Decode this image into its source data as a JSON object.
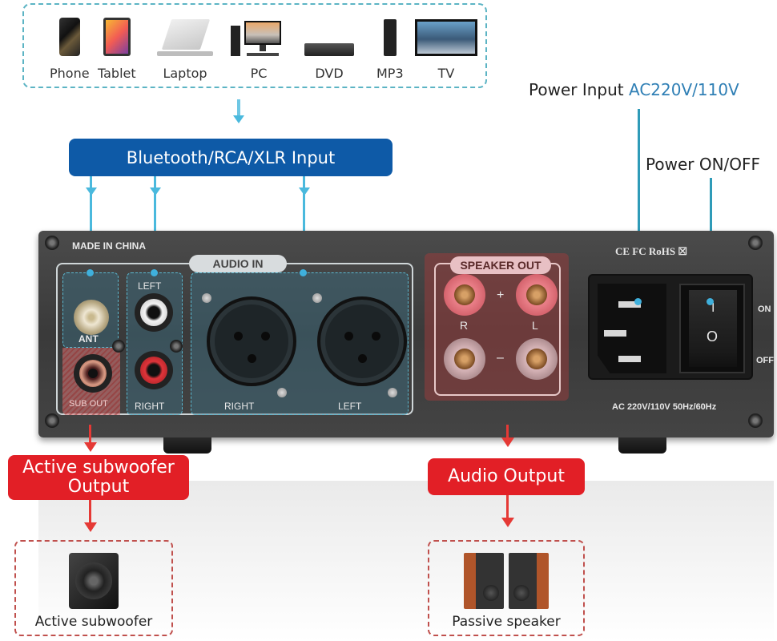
{
  "sources": {
    "devices": [
      {
        "label": "Phone",
        "icon": "phone-icon"
      },
      {
        "label": "Tablet",
        "icon": "tablet-icon"
      },
      {
        "label": "Laptop",
        "icon": "laptop-icon"
      },
      {
        "label": "PC",
        "icon": "pc-icon"
      },
      {
        "label": "DVD",
        "icon": "dvd-icon"
      },
      {
        "label": "MP3",
        "icon": "mp3-icon"
      },
      {
        "label": "TV",
        "icon": "tv-icon"
      }
    ]
  },
  "input_banner": {
    "label": "Bluetooth/RCA/XLR Input",
    "color": "#0e5aa7"
  },
  "power": {
    "input_prefix": "Power Input ",
    "input_value": "AC220V/110V",
    "switch_label": "Power ON/OFF"
  },
  "panel": {
    "made_in": "MADE IN CHINA",
    "audio_in_label": "AUDIO IN",
    "ant_label": "ANT",
    "sub_out_label": "SUB OUT",
    "rca_left_label": "LEFT",
    "rca_right_label": "RIGHT",
    "xlr_right_label": "RIGHT",
    "xlr_left_label": "LEFT",
    "speaker_out_label": "SPEAKER OUT",
    "plus": "+",
    "minus": "–",
    "spk_r": "R",
    "spk_l": "L",
    "certs": "CE FC RoHS ☒",
    "on_label": "ON",
    "off_label": "OFF",
    "switch_on_glyph": "I",
    "switch_off_glyph": "O",
    "power_spec": "AC 220V/110V  50Hz/60Hz"
  },
  "outputs": {
    "sub_label": "Active subwoofer Output",
    "audio_label": "Audio Output",
    "sub_dest": "Active subwoofer",
    "speaker_dest": "Passive speaker",
    "accent": "#e21f26"
  }
}
